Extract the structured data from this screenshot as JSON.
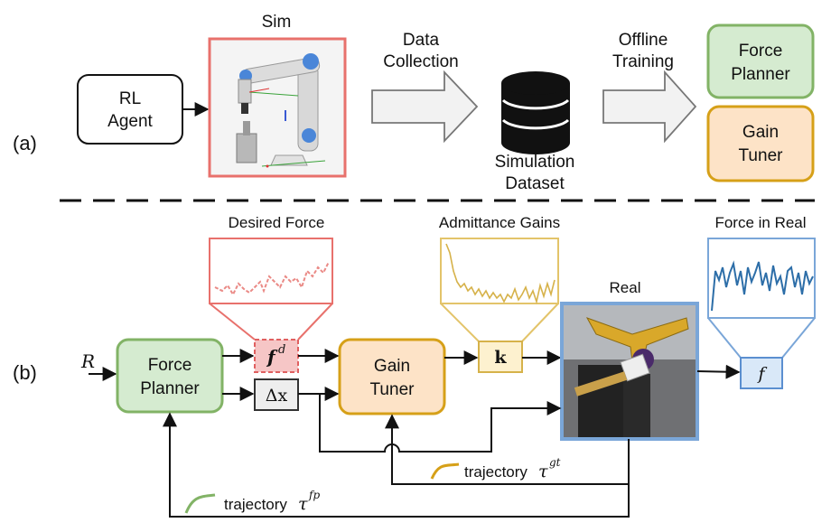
{
  "panel_a": {
    "label": "(a)",
    "agent_label": [
      "RL",
      "Agent"
    ],
    "sim_label": "Sim",
    "data_collection_label": [
      "Data",
      "Collection"
    ],
    "dataset_label": [
      "Simulation",
      "Dataset"
    ],
    "offline_training_label": [
      "Offline",
      "Training"
    ],
    "force_planner_label": [
      "Force",
      "Planner"
    ],
    "gain_tuner_label": [
      "Gain",
      "Tuner"
    ]
  },
  "panel_b": {
    "label": "(b)",
    "input_label": "R",
    "force_planner_label": [
      "Force",
      "Planner"
    ],
    "gain_tuner_label": [
      "Gain",
      "Tuner"
    ],
    "desired_force_title": "Desired Force",
    "admittance_gains_title": "Admittance Gains",
    "force_in_real_title": "Force in Real",
    "real_label": "Real",
    "fd_symbol": "f",
    "fd_superscript": "d",
    "dx_symbol": "Δx",
    "k_symbol": "k",
    "f_symbol": "f",
    "traj_gt_text": "trajectory",
    "traj_gt_symbol": "τ",
    "traj_gt_superscript": "gt",
    "traj_fp_text": "trajectory",
    "traj_fp_symbol": "τ",
    "traj_fp_superscript": "fp"
  },
  "colors": {
    "green_fill": "#d5ebd0",
    "green_stroke": "#82b366",
    "orange_fill": "#fde3c7",
    "orange_stroke": "#d6a018",
    "red_stroke": "#e8716c",
    "pink_fill": "#f6c6c6",
    "blue_stroke": "#7aa6d8",
    "blue_fill": "#d9e8f8",
    "yellow_stroke": "#e3c46a",
    "yellow_fill": "#fdf1cf"
  }
}
